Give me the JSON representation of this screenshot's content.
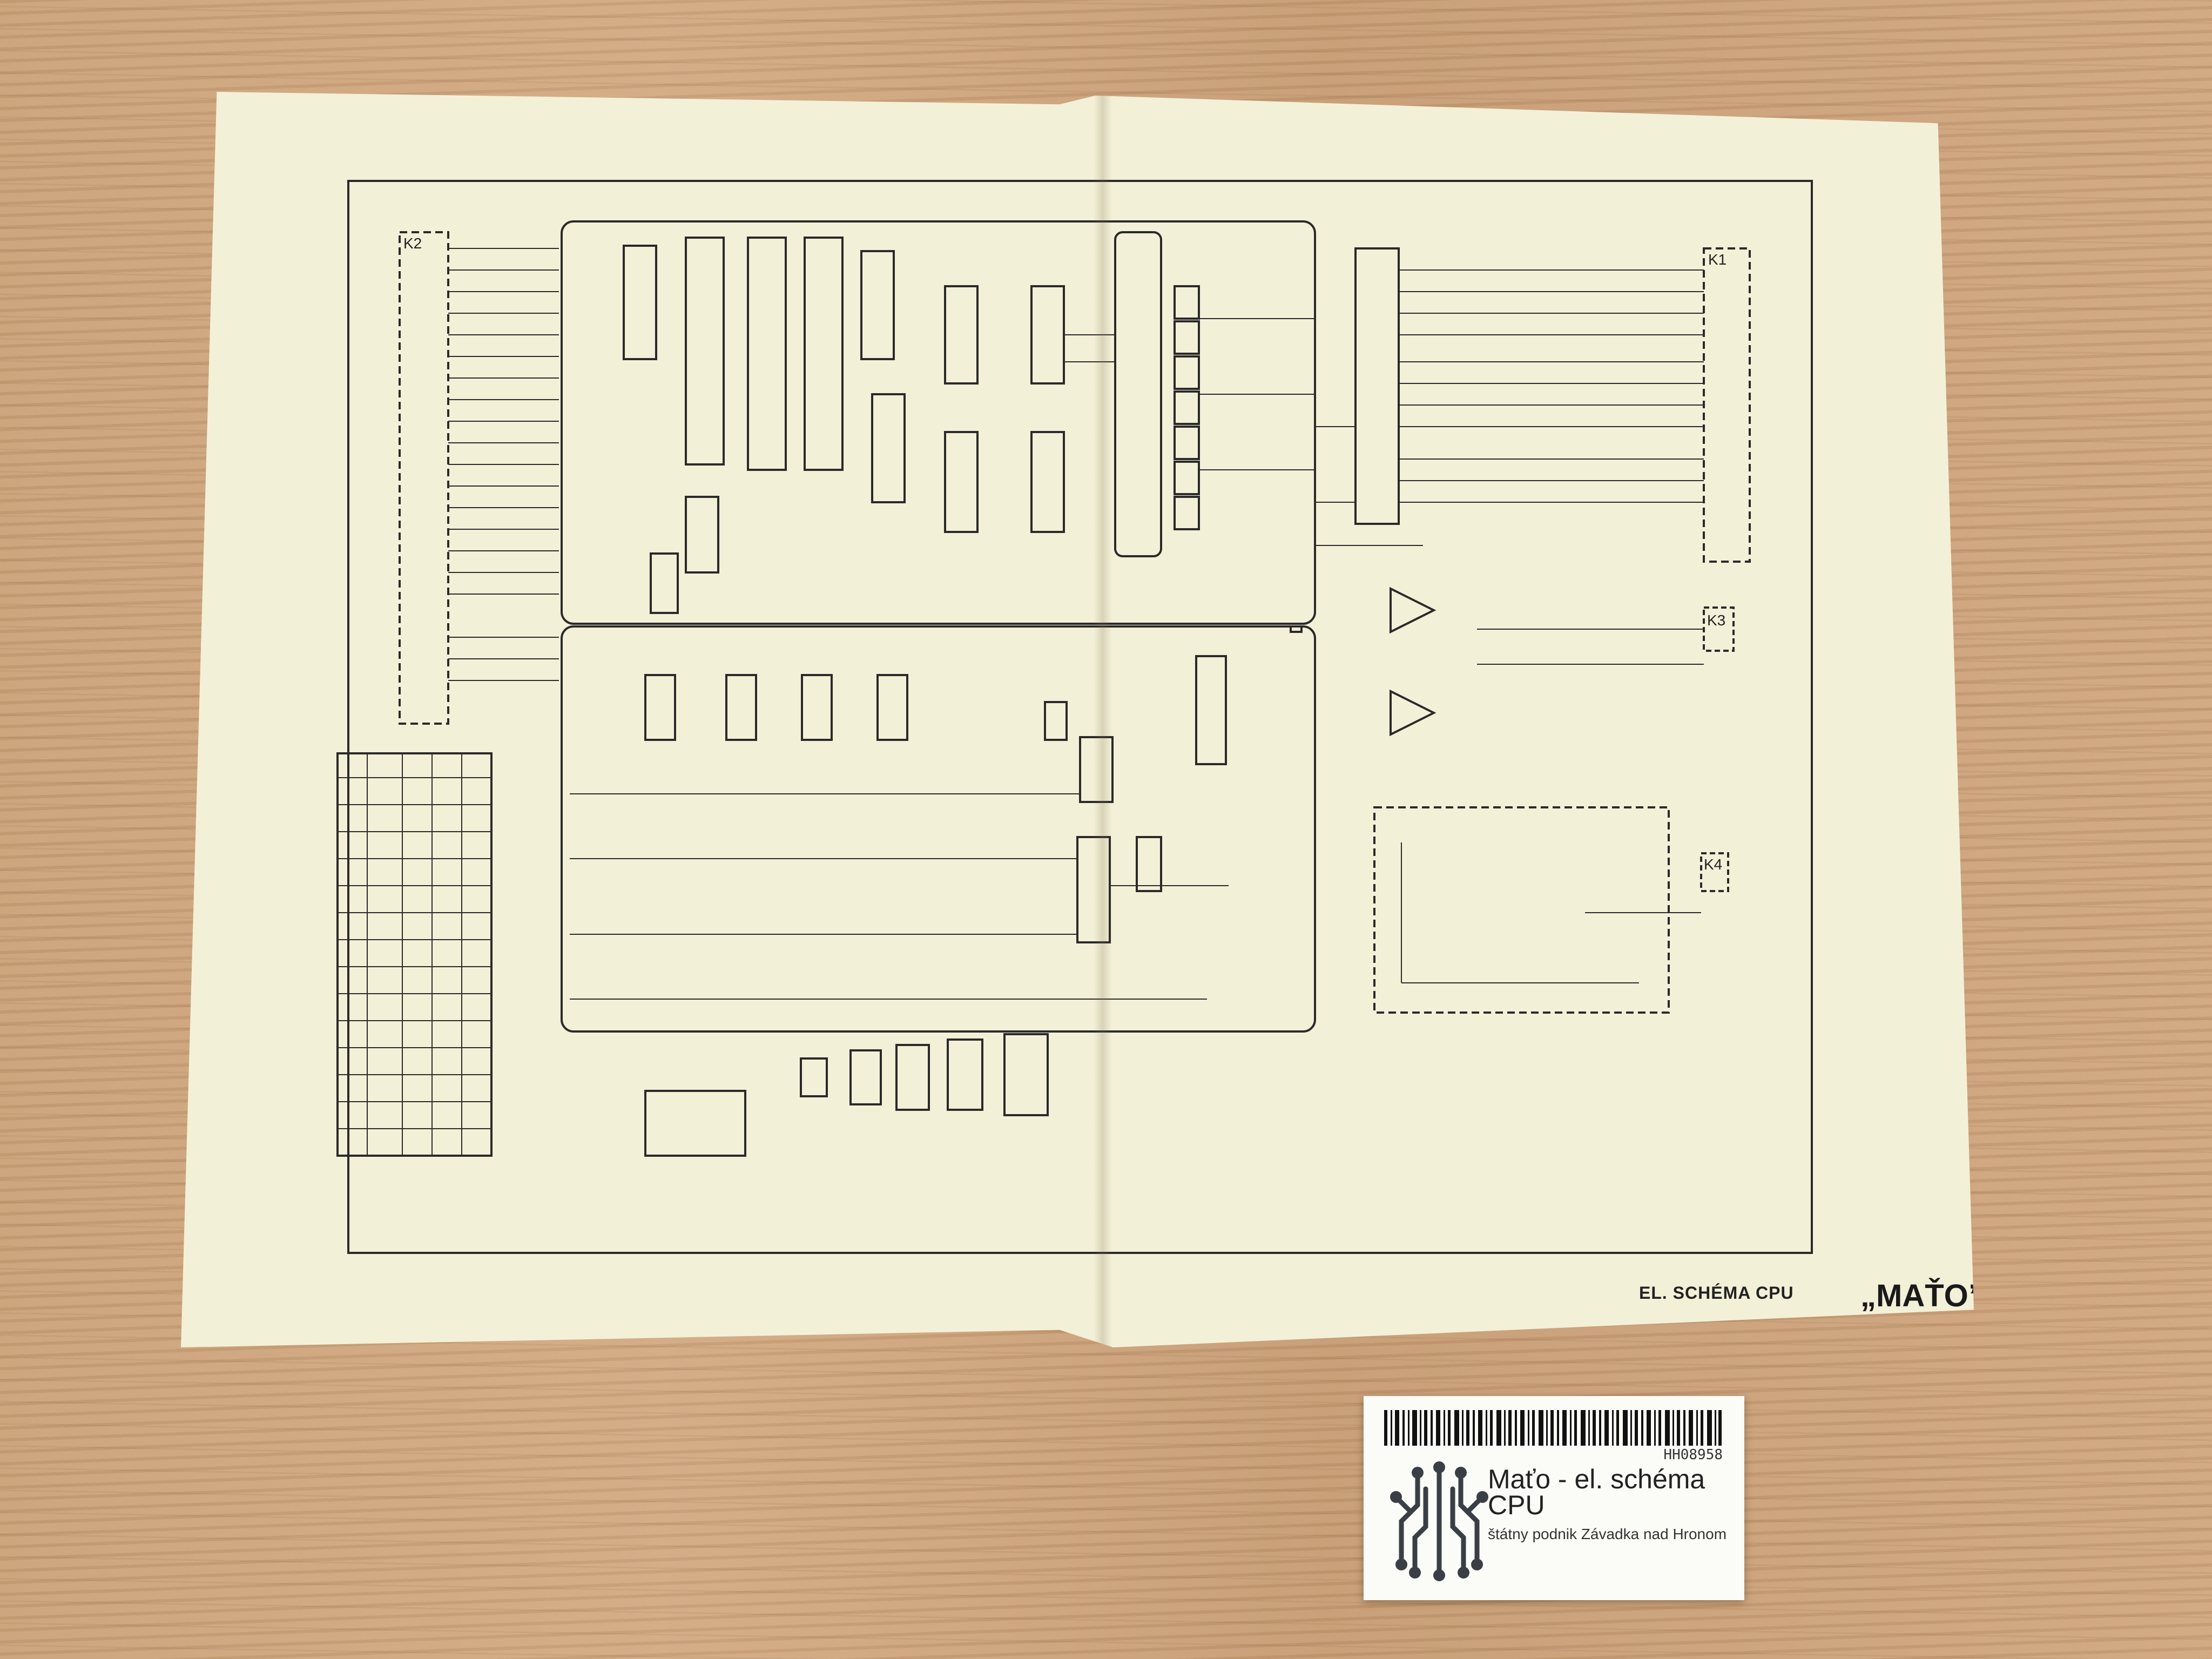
{
  "schematic": {
    "title": "EL. SCHÉMA CPU",
    "brand": "„MAŤO”",
    "connectors": [
      "K2",
      "K1",
      "K3",
      "K4"
    ]
  },
  "catalog_label": {
    "id": "HH08958",
    "title": "Maťo - el. schéma CPU",
    "subtitle": "štátny podnik Závadka nad Hronom"
  },
  "colors": {
    "paper": "#f3f0d8",
    "ink": "#222222",
    "wood": "#c8a07a",
    "label": "#fbfbf8"
  }
}
